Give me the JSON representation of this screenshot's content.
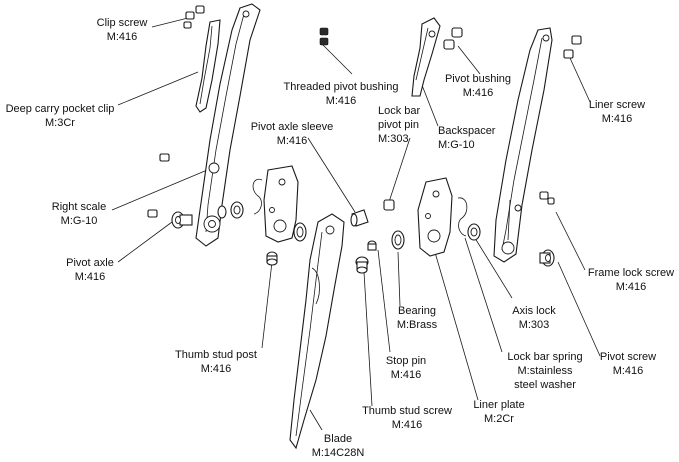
{
  "labels": [
    {
      "key": "clip_screw",
      "name": "Clip screw",
      "material": "M:416"
    },
    {
      "key": "deep_carry_pocket_clip",
      "name": "Deep carry pocket clip",
      "material": "M:3Cr"
    },
    {
      "key": "right_scale",
      "name": "Right scale",
      "material": "M:G-10"
    },
    {
      "key": "pivot_axle",
      "name": "Pivot axle",
      "material": "M:416"
    },
    {
      "key": "threaded_pivot_bushing",
      "name": "Threaded pivot bushing",
      "material": "M:416"
    },
    {
      "key": "pivot_axle_sleeve",
      "name": "Pivot axle sleeve",
      "material": "M:416"
    },
    {
      "key": "lock_bar_pivot_pin",
      "name": "Lock bar",
      "name2": "pivot pin",
      "material": "M:303"
    },
    {
      "key": "backspacer",
      "name": "Backspacer",
      "material": "M:G-10"
    },
    {
      "key": "pivot_bushing",
      "name": "Pivot bushing",
      "material": "M:416"
    },
    {
      "key": "liner_screw",
      "name": "Liner screw",
      "material": "M:416"
    },
    {
      "key": "frame_lock_screw",
      "name": "Frame lock screw",
      "material": "M:416"
    },
    {
      "key": "axis_lock",
      "name": "Axis  lock",
      "material": "M:303"
    },
    {
      "key": "lock_bar_spring",
      "name": "Lock bar spring",
      "material": "M:stainless",
      "material2": "steel washer"
    },
    {
      "key": "pivot_screw",
      "name": "Pivot screw",
      "material": "M:416"
    },
    {
      "key": "bearing",
      "name": "Bearing",
      "material": "M:Brass"
    },
    {
      "key": "stop_pin",
      "name": "Stop pin",
      "material": "M:416"
    },
    {
      "key": "thumb_stud_post",
      "name": "Thumb stud post",
      "material": "M:416"
    },
    {
      "key": "thumb_stud_screw",
      "name": "Thumb stud screw",
      "material": "M:416"
    },
    {
      "key": "liner_plate",
      "name": "Liner plate",
      "material": "M:2Cr"
    },
    {
      "key": "blade",
      "name": "Blade",
      "material": "M:14C28N"
    }
  ]
}
